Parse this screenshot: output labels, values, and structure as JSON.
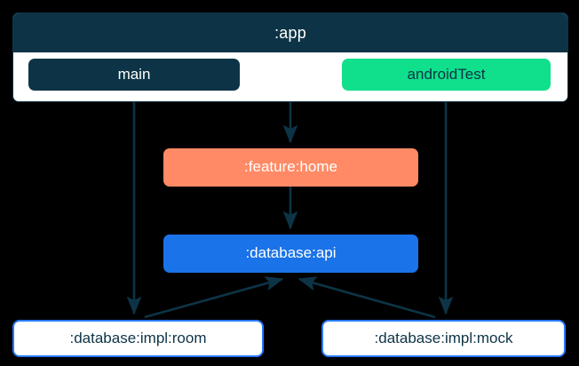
{
  "diagram": {
    "type": "module-dependency-graph",
    "background_color": "#000000",
    "cluster": {
      "id": "app",
      "title": ":app",
      "header_color": "#0d3446",
      "body_color": "#ffffff",
      "border_color": "#0d3446"
    },
    "nodes": [
      {
        "id": "main",
        "label": "main",
        "kind": "source-set",
        "fill": "#0d3446",
        "text_color": "#ffffff"
      },
      {
        "id": "androidTest",
        "label": "androidTest",
        "kind": "source-set",
        "fill": "#10e08c",
        "text_color": "#0d3446"
      },
      {
        "id": "feature-home",
        "label": ":feature:home",
        "kind": "module",
        "fill": "#ff8a65",
        "text_color": "#ffffff"
      },
      {
        "id": "database-api",
        "label": ":database:api",
        "kind": "module",
        "fill": "#1a73e8",
        "text_color": "#ffffff"
      },
      {
        "id": "database-impl-room",
        "label": ":database:impl:room",
        "kind": "module",
        "fill": "#ffffff",
        "border": "#2979ff",
        "text_color": "#0d3446"
      },
      {
        "id": "database-impl-mock",
        "label": ":database:impl:mock",
        "kind": "module",
        "fill": "#ffffff",
        "border": "#2979ff",
        "text_color": "#0d3446"
      }
    ],
    "edges": [
      {
        "from": "app",
        "to": "feature-home",
        "style": "solid"
      },
      {
        "from": "main",
        "to": "database-impl-room",
        "style": "solid"
      },
      {
        "from": "androidTest",
        "to": "database-impl-mock",
        "style": "solid"
      },
      {
        "from": "feature-home",
        "to": "database-api",
        "style": "solid"
      },
      {
        "from": "database-impl-room",
        "to": "database-api",
        "style": "solid"
      },
      {
        "from": "database-impl-mock",
        "to": "database-api",
        "style": "solid"
      }
    ],
    "edge_color": "#0d3446"
  }
}
